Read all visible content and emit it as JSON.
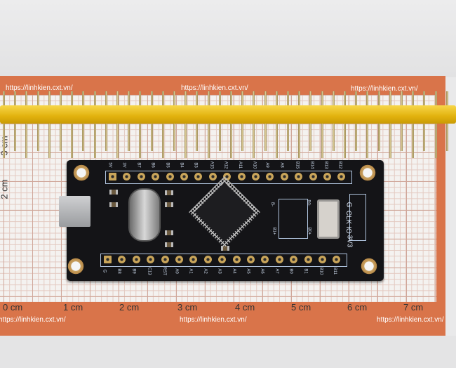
{
  "watermark_url": "https://linhkien.cxt.vn/",
  "ruler": {
    "horizontal": [
      "0 cm",
      "1 cm",
      "2 cm",
      "3 cm",
      "4 cm",
      "5 cm",
      "6 cm",
      "7 cm"
    ],
    "vertical": [
      "3 cm",
      "2 cm"
    ]
  },
  "board": {
    "top_pins": [
      "5V",
      "3V",
      "B7",
      "B6",
      "B5",
      "B4",
      "B3",
      "A15",
      "A12",
      "A11",
      "A10",
      "A9",
      "A8",
      "B15",
      "B14",
      "B13",
      "B12"
    ],
    "bottom_pins": [
      "G",
      "B8",
      "B9",
      "C13",
      "RST",
      "A0",
      "A1",
      "A2",
      "A3",
      "A4",
      "A5",
      "A6",
      "A7",
      "B0",
      "B1",
      "B10",
      "B11"
    ],
    "swd_labels": [
      "G",
      "CLK",
      "IO",
      "3V3"
    ],
    "boot_labels": {
      "b1_minus": "B-",
      "b0_minus": "B0-",
      "b1_plus": "B1+",
      "b0_plus": "B0+"
    }
  },
  "colors": {
    "board": "#141417",
    "header": "#e9c21f",
    "frame": "#d9744a"
  }
}
